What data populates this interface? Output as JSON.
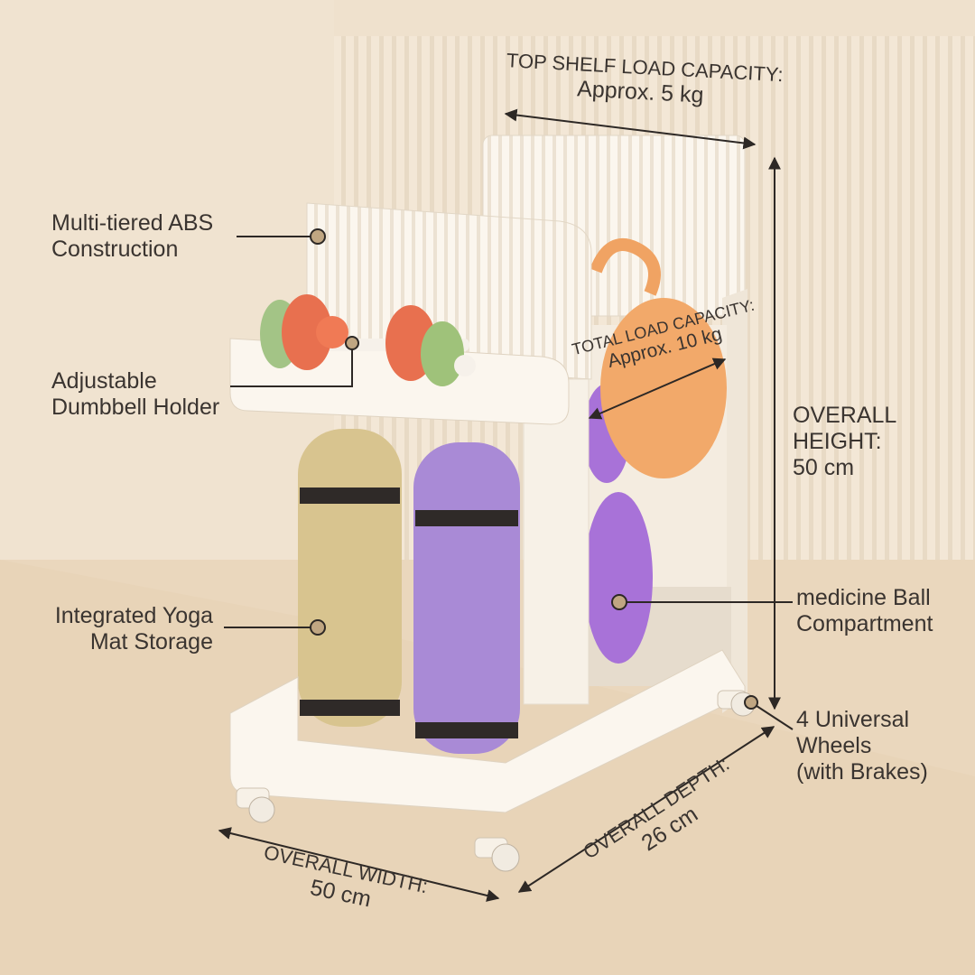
{
  "callouts": {
    "abs": [
      "Multi-tiered ABS",
      "Construction"
    ],
    "dumbbell": [
      "Adjustable",
      "Dumbbell Holder"
    ],
    "yoga": [
      "Integrated Yoga",
      "Mat Storage"
    ],
    "ball": [
      "medicine Ball",
      "Compartment"
    ],
    "wheels": [
      "4 Universal",
      "Wheels",
      "(with Brakes)"
    ]
  },
  "dimensions": {
    "top_shelf": [
      "TOP SHELF LOAD CAPACITY:",
      "Approx. 5 kg"
    ],
    "total_load": [
      "TOTAL LOAD CAPACITY:",
      "Approx. 10 kg"
    ],
    "height": [
      "OVERALL",
      "HEIGHT:",
      "50 cm"
    ],
    "width": [
      "OVERALL WIDTH:",
      "50 cm"
    ],
    "depth": [
      "OVERALL DEPTH:",
      "26 cm"
    ]
  },
  "colors": {
    "background": "#efe1cd",
    "cart": "#fbf6ee",
    "yoga_mat_tan": "#d8c48f",
    "yoga_mat_purple": "#a98ad6",
    "ball_orange": "#f2a96a",
    "ball_purple": "#a872d8",
    "dumbbell_plate": "#e8704f",
    "dumbbell_plate_green": "#9fc27a",
    "callout_dot": "#c0a682",
    "text": "#3a3430"
  }
}
